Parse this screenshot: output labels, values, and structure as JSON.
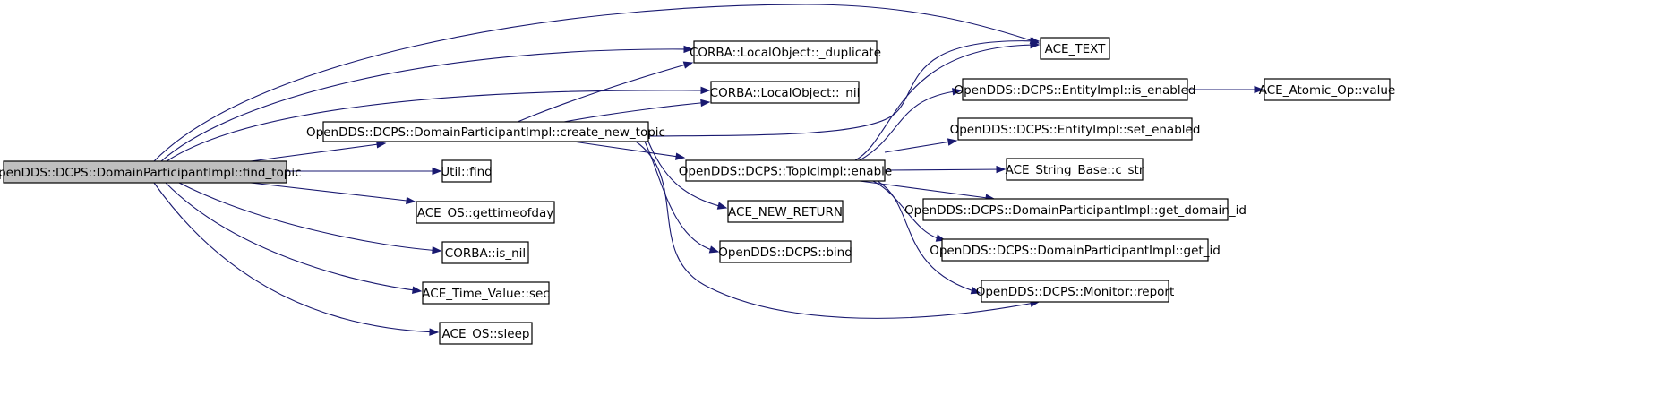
{
  "nodes": {
    "find_topic": "OpenDDS::DCPS::DomainParticipantImpl::find_topic",
    "create_new_topic": "OpenDDS::DCPS::DomainParticipantImpl::create_new_topic",
    "util_find": "Util::find",
    "gettimeofday": "ACE_OS::gettimeofday",
    "corba_is_nil": "CORBA::is_nil",
    "time_value_sec": "ACE_Time_Value::sec",
    "ace_os_sleep": "ACE_OS::sleep",
    "localobject_duplicate": "CORBA::LocalObject::_duplicate",
    "localobject_nil": "CORBA::LocalObject::_nil",
    "topicimpl_enable": "OpenDDS::DCPS::TopicImpl::enable",
    "ace_new_return": "ACE_NEW_RETURN",
    "dcps_bind": "OpenDDS::DCPS::bind",
    "ace_text": "ACE_TEXT",
    "entity_is_enabled": "OpenDDS::DCPS::EntityImpl::is_enabled",
    "entity_set_enabled": "OpenDDS::DCPS::EntityImpl::set_enabled",
    "string_base_c_str": "ACE_String_Base::c_str",
    "get_domain_id": "OpenDDS::DCPS::DomainParticipantImpl::get_domain_id",
    "get_id": "OpenDDS::DCPS::DomainParticipantImpl::get_id",
    "monitor_report": "OpenDDS::DCPS::Monitor::report",
    "atomic_op_value": "ACE_Atomic_Op::value"
  },
  "edges": [
    [
      "find_topic",
      "ace_text"
    ],
    [
      "find_topic",
      "localobject_duplicate"
    ],
    [
      "find_topic",
      "localobject_nil"
    ],
    [
      "find_topic",
      "create_new_topic"
    ],
    [
      "find_topic",
      "util_find"
    ],
    [
      "find_topic",
      "gettimeofday"
    ],
    [
      "find_topic",
      "corba_is_nil"
    ],
    [
      "find_topic",
      "time_value_sec"
    ],
    [
      "find_topic",
      "ace_os_sleep"
    ],
    [
      "create_new_topic",
      "localobject_duplicate"
    ],
    [
      "create_new_topic",
      "localobject_nil"
    ],
    [
      "create_new_topic",
      "ace_text"
    ],
    [
      "create_new_topic",
      "topicimpl_enable"
    ],
    [
      "create_new_topic",
      "ace_new_return"
    ],
    [
      "create_new_topic",
      "dcps_bind"
    ],
    [
      "create_new_topic",
      "monitor_report"
    ],
    [
      "topicimpl_enable",
      "ace_text"
    ],
    [
      "topicimpl_enable",
      "entity_is_enabled"
    ],
    [
      "topicimpl_enable",
      "entity_set_enabled"
    ],
    [
      "topicimpl_enable",
      "string_base_c_str"
    ],
    [
      "topicimpl_enable",
      "get_domain_id"
    ],
    [
      "topicimpl_enable",
      "get_id"
    ],
    [
      "topicimpl_enable",
      "monitor_report"
    ],
    [
      "entity_is_enabled",
      "atomic_op_value"
    ]
  ]
}
